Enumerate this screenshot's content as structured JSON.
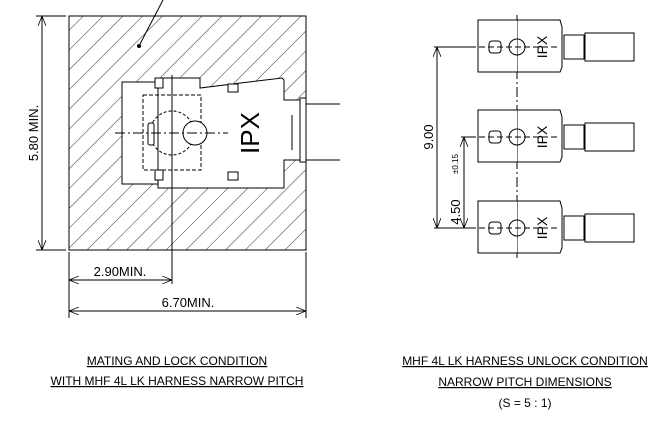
{
  "left_view": {
    "height_dim": "5.80 MIN.",
    "center_dim": "2.90MIN.",
    "width_dim": "6.70MIN.",
    "logo": "IPX",
    "caption_line1": "MATING AND LOCK CONDITION",
    "caption_line2": "WITH MHF 4L LK HARNESS NARROW PITCH"
  },
  "right_view": {
    "outer_pitch_dim": "9.00",
    "pitch_dim": "4.50",
    "pitch_tol": "±0.15",
    "logo": "IPX",
    "caption_line1": "MHF 4L LK HARNESS UNLOCK CONDITION",
    "caption_line2": "NARROW PITCH DIMENSIONS",
    "scale": "(S = 5 : 1)"
  }
}
